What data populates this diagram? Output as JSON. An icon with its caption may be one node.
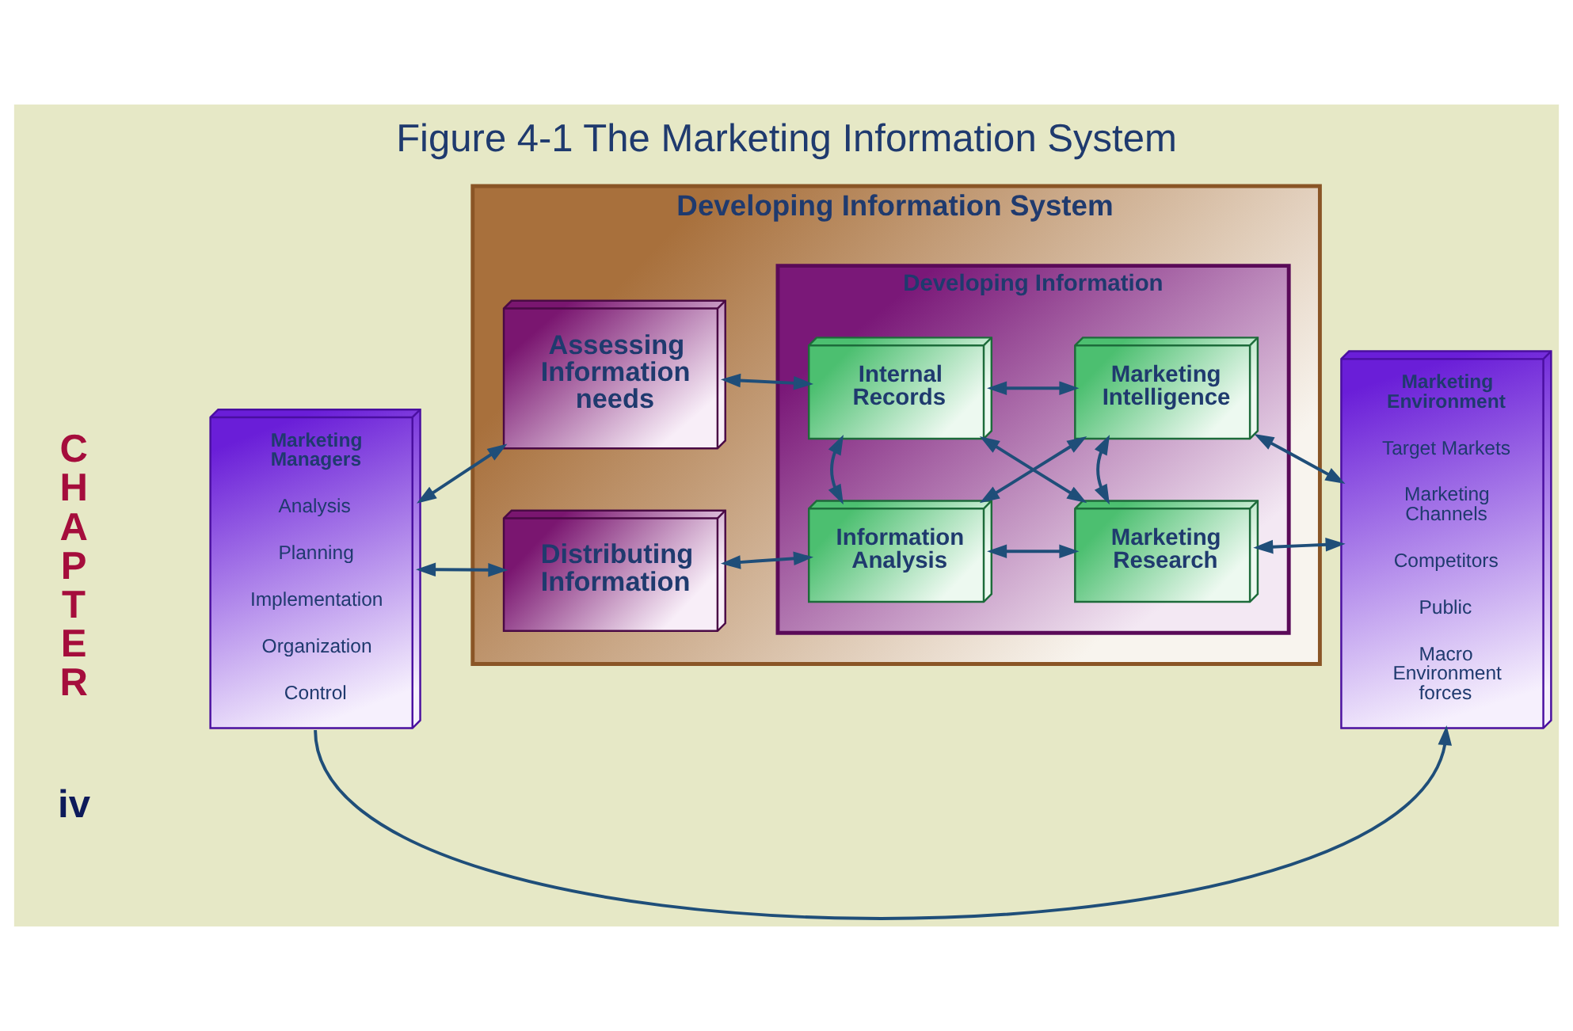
{
  "diagram": {
    "title": "Figure 4-1 The Marketing Information System",
    "nodes": [
      {
        "text": [
          "Marketing Managers",
          "Analysis",
          "Planning",
          "Implementation",
          "Organization",
          "Control"
        ]
      },
      {
        "text": [
          "Developing Information System"
        ]
      },
      {
        "text": [
          "Assessing Information needs"
        ],
        "in": 1
      },
      {
        "text": [
          "Distributing Information"
        ],
        "in": 1
      },
      {
        "text": [
          "Developing Information"
        ],
        "in": 1
      },
      {
        "text": [
          "Internal Records"
        ],
        "in": 4
      },
      {
        "text": [
          "Marketing Intelligence"
        ],
        "in": 4
      },
      {
        "text": [
          "Information Analysis"
        ],
        "in": 4
      },
      {
        "text": [
          "Marketing Research"
        ],
        "in": 4
      },
      {
        "text": [
          "Marketing Environment",
          "Target Markets",
          "Marketing Channels",
          "Competitors",
          "Public",
          "Macro Environment forces"
        ]
      }
    ],
    "edges": [
      {
        "from": 0,
        "to": 2,
        "arrow": "both"
      },
      {
        "from": 0,
        "to": 3,
        "arrow": "both"
      },
      {
        "from": 2,
        "to": 5,
        "arrow": "both"
      },
      {
        "from": 3,
        "to": 7,
        "arrow": "both"
      },
      {
        "from": 5,
        "to": 6,
        "arrow": "both"
      },
      {
        "from": 7,
        "to": 8,
        "arrow": "both"
      },
      {
        "from": 5,
        "to": 7,
        "arrow": "both"
      },
      {
        "from": 6,
        "to": 8,
        "arrow": "both"
      },
      {
        "from": 5,
        "to": 8,
        "arrow": "both"
      },
      {
        "from": 6,
        "to": 7,
        "arrow": "both"
      },
      {
        "from": 6,
        "to": 9,
        "arrow": "both"
      },
      {
        "from": 8,
        "to": 9,
        "arrow": "both"
      },
      {
        "from": 0,
        "to": 9,
        "arrow": "to"
      }
    ],
    "labels": [
      "C H A P T E R",
      "iv"
    ]
  }
}
